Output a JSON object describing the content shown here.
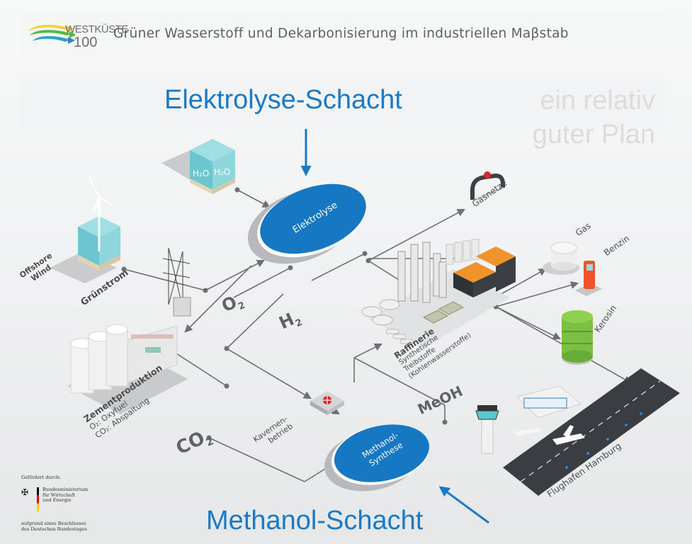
{
  "header": {
    "logo_name": "WESTKÜSTE",
    "logo_number": "100",
    "title": "Grüner Wasserstoff und Dekarbonisierung im industriellen Maβstab"
  },
  "captions": {
    "top": "Elektrolyse-Schacht",
    "bottom": "Methanol-Schacht",
    "watermark_line1": "ein relativ",
    "watermark_line2": "guter Plan"
  },
  "nodes": {
    "elektrolyse": "Elektrolyse",
    "methanol_line1": "Methanol-",
    "methanol_line2": "Synthese"
  },
  "labels": {
    "offshore_line1": "Offshore",
    "offshore_line2": "Wind",
    "gruenstrom": "Grünstrom",
    "h2o_a": "H₂O",
    "h2o_b": "H₂O",
    "gasnetze": "Gasnetze",
    "gas": "Gas",
    "benzin": "Benzin",
    "kerosin": "Kerosin",
    "zement_title": "Zementproduktion",
    "zement_line1": "O₂: Oxyfuel",
    "zement_line2": "CO₂: Abspaltung",
    "raffinerie_title": "Raffinerie",
    "raffinerie_line1": "Synthetische",
    "raffinerie_line2": "Treibstoffe",
    "raffinerie_line3": "(Kohlenwasserstoffe)",
    "kavernen_line1": "Kavernen-",
    "kavernen_line2": "betrieb",
    "flughafen": "Flughafen Hamburg"
  },
  "flows": {
    "o2": "O",
    "o2_sub": "2",
    "h2": "H",
    "h2_sub": "2",
    "co2": "CO",
    "co2_sub": "2",
    "meoh": "MeOH"
  },
  "funder": {
    "heading": "Gefördert durch:",
    "ministry_line1": "Bundesministerium",
    "ministry_line2": "für Wirtschaft",
    "ministry_line3": "und Energie",
    "decision_line1": "aufgrund eines Beschlusses",
    "decision_line2": "des Deutschen Bundestages"
  },
  "colors": {
    "accent_blue": "#1a7ac6",
    "node_blue": "#1677c2",
    "line_gray": "#6d7073",
    "valve_red": "#e0252b",
    "pump_orange": "#f0532b",
    "barrel_green": "#7ac143",
    "water_teal": "#7fd3da"
  }
}
